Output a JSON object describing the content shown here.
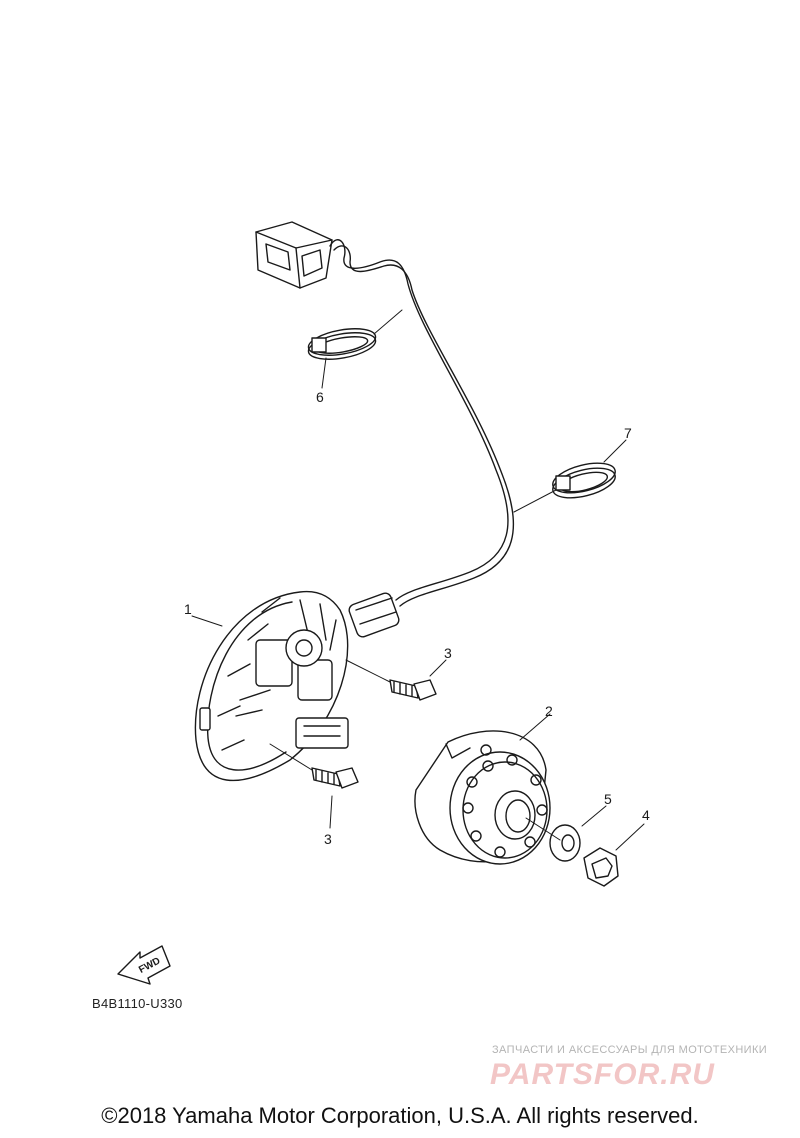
{
  "callouts": [
    {
      "id": "1",
      "text": "1"
    },
    {
      "id": "2",
      "text": "2"
    },
    {
      "id": "3a",
      "text": "3"
    },
    {
      "id": "3b",
      "text": "3"
    },
    {
      "id": "4",
      "text": "4"
    },
    {
      "id": "5",
      "text": "5"
    },
    {
      "id": "6",
      "text": "6"
    },
    {
      "id": "7",
      "text": "7"
    }
  ],
  "fwd_label": "FWD",
  "diagram_code": "B4B1110-U330",
  "watermark": {
    "tagline": "ЗАПЧАСТИ И АКСЕССУАРЫ ДЛЯ МОТОТЕХНИКИ",
    "logo": "PARTSFOR.RU"
  },
  "copyright": "©2018 Yamaha Motor Corporation, U.S.A. All rights reserved.",
  "colors": {
    "line": "#1a1a1a",
    "watermark_logo": "#f2c6c6",
    "watermark_text": "#b4b4b4"
  }
}
